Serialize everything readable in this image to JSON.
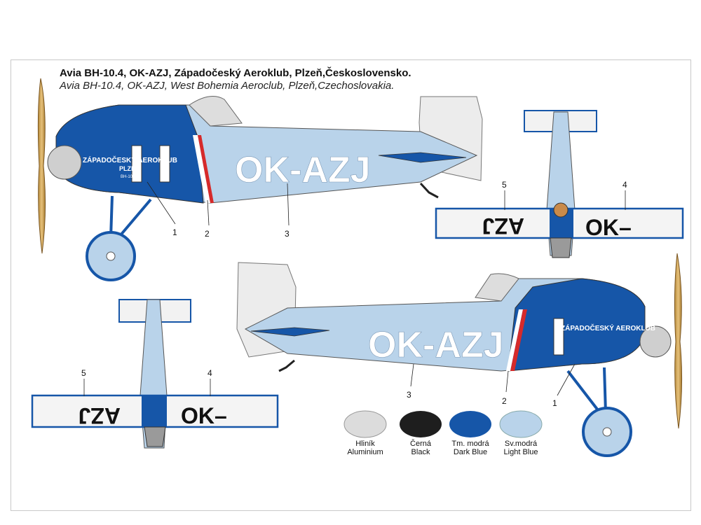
{
  "title_cz": "Avia BH-10.4, OK-AZJ, Západočeský Aeroklub, Plzeň,Československo.",
  "title_en": "Avia BH-10.4, OK-AZJ, West Bohemia Aeroclub, Plzeň,Czechoslovakia.",
  "registration": "OK-AZJ",
  "wing_left_text": "AZJ",
  "wing_right_text": "OK–",
  "cowl_text_1": "ZÁPADOČESKÝ AEROKLUB",
  "cowl_text_2": "PLZEŇ",
  "cowl_text_3": "BH-10.",
  "callouts": {
    "c1": "1",
    "c2": "2",
    "c3": "3",
    "c4": "4",
    "c5": "5"
  },
  "colors": {
    "aluminium": "#dcdcdc",
    "black": "#1e1e1e",
    "dark_blue": "#1656a8",
    "light_blue": "#b9d3ea"
  },
  "swatches": [
    {
      "cz": "Hliník",
      "en": "Aluminium",
      "color": "#dcdcdc"
    },
    {
      "cz": "Černá",
      "en": "Black",
      "color": "#1e1e1e"
    },
    {
      "cz": "Tm. modrá",
      "en": "Dark Blue",
      "color": "#1656a8"
    },
    {
      "cz": "Sv.modrá",
      "en": "Light Blue",
      "color": "#b9d3ea"
    }
  ]
}
